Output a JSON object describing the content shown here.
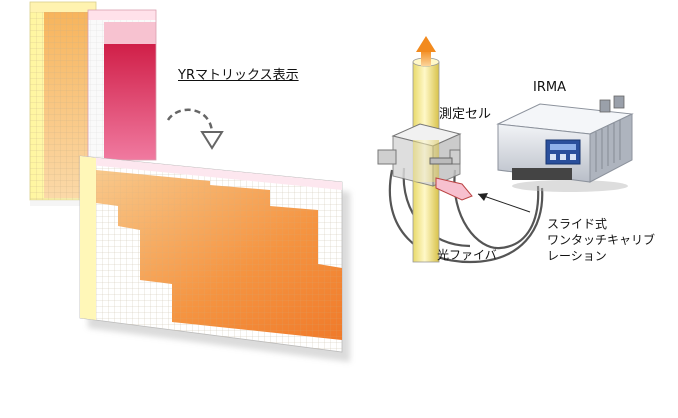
{
  "labels": {
    "yr_matrix": "YRマトリックス表示",
    "measurement_cell": "測定セル",
    "device": "IRMA",
    "optical_fiber": "光ファイバ",
    "slide_calibration": [
      "スライド式",
      "ワンタッチキャリブ",
      "レーション"
    ]
  },
  "colors": {
    "orange_top": "#f6a13c",
    "orange_light": "#fde6c4",
    "crimson": "#d8254a",
    "yellow": "#fff9a8",
    "device_body": "#e5e8ee",
    "device_panel": "#2a4f9c",
    "flow_arrow": "#f49a2b",
    "matrix_fill": "#f59441"
  }
}
